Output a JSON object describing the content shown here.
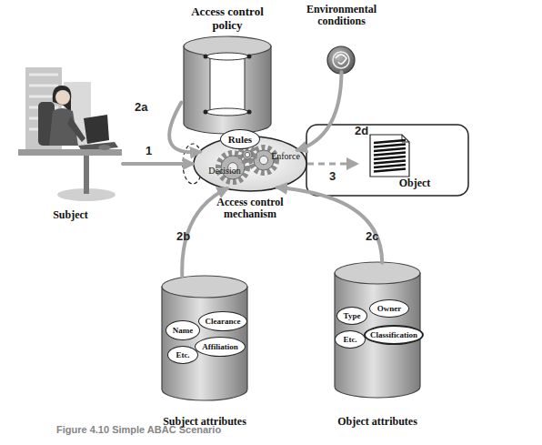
{
  "diagram": {
    "caption": "Figure 4.10 Simple ABAC Scenario",
    "nodes": [
      {
        "text": [
          "Access control policy"
        ]
      },
      {
        "text": [
          "Environmental conditions"
        ]
      },
      {
        "text": [
          "Subject"
        ]
      },
      {
        "text": [
          "Decision",
          "Enforce",
          "Access control mechanism"
        ]
      },
      {
        "text": [
          "Rules"
        ],
        "in": 3
      },
      {
        "text": [
          "Object"
        ]
      },
      {
        "text": [
          "Subject attributes"
        ]
      },
      {
        "text": [
          "Name"
        ],
        "in": 6
      },
      {
        "text": [
          "Clearance"
        ],
        "in": 6
      },
      {
        "text": [
          "Affiliation"
        ],
        "in": 6
      },
      {
        "text": [
          "Etc."
        ],
        "in": 6
      },
      {
        "text": [
          "Object attributes"
        ]
      },
      {
        "text": [
          "Type"
        ],
        "in": 11
      },
      {
        "text": [
          "Owner"
        ],
        "in": 11
      },
      {
        "text": [
          "Etc."
        ],
        "in": 11
      },
      {
        "text": [
          "Classification"
        ],
        "in": 11
      }
    ],
    "edges": [
      {
        "from": 2,
        "to": 3,
        "label": "1",
        "arrow": "to"
      },
      {
        "from": 0,
        "to": 3,
        "label": "2a",
        "arrow": "to"
      },
      {
        "from": 6,
        "to": 3,
        "label": "2b",
        "arrow": "to"
      },
      {
        "from": 11,
        "to": 3,
        "label": "2c",
        "arrow": "to"
      },
      {
        "from": 1,
        "to": 3,
        "label": "2d",
        "arrow": "to"
      },
      {
        "from": 3,
        "to": 5,
        "label": "3",
        "arrow": "to"
      }
    ]
  }
}
